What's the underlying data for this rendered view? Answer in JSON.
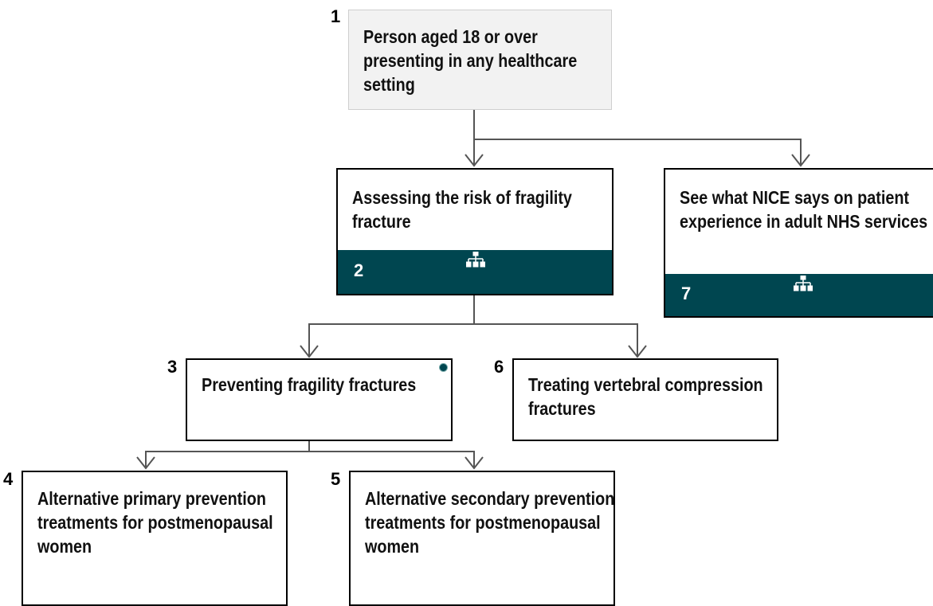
{
  "nodes": [
    {
      "id": "1",
      "number": "1",
      "text": "Person aged 18 or over presenting in any healthcare setting"
    },
    {
      "id": "2",
      "number": "2",
      "text": "Assessing the risk of fragility fracture",
      "icon": "hierarchy-icon"
    },
    {
      "id": "7",
      "number": "7",
      "text": "See what NICE says on patient experience in adult NHS services",
      "icon": "hierarchy-icon"
    },
    {
      "id": "3",
      "number": "3",
      "text": "Preventing fragility fractures"
    },
    {
      "id": "6",
      "number": "6",
      "text": "Treating vertebral compression fractures"
    },
    {
      "id": "4",
      "number": "4",
      "text": "Alternative primary prevention treatments for postmenopausal women"
    },
    {
      "id": "5",
      "number": "5",
      "text": "Alternative secondary prevention treatments for postmenopausal women"
    }
  ],
  "colors": {
    "band": "#004650",
    "grey_box": "#f2f2f2",
    "connector": "#555555"
  }
}
